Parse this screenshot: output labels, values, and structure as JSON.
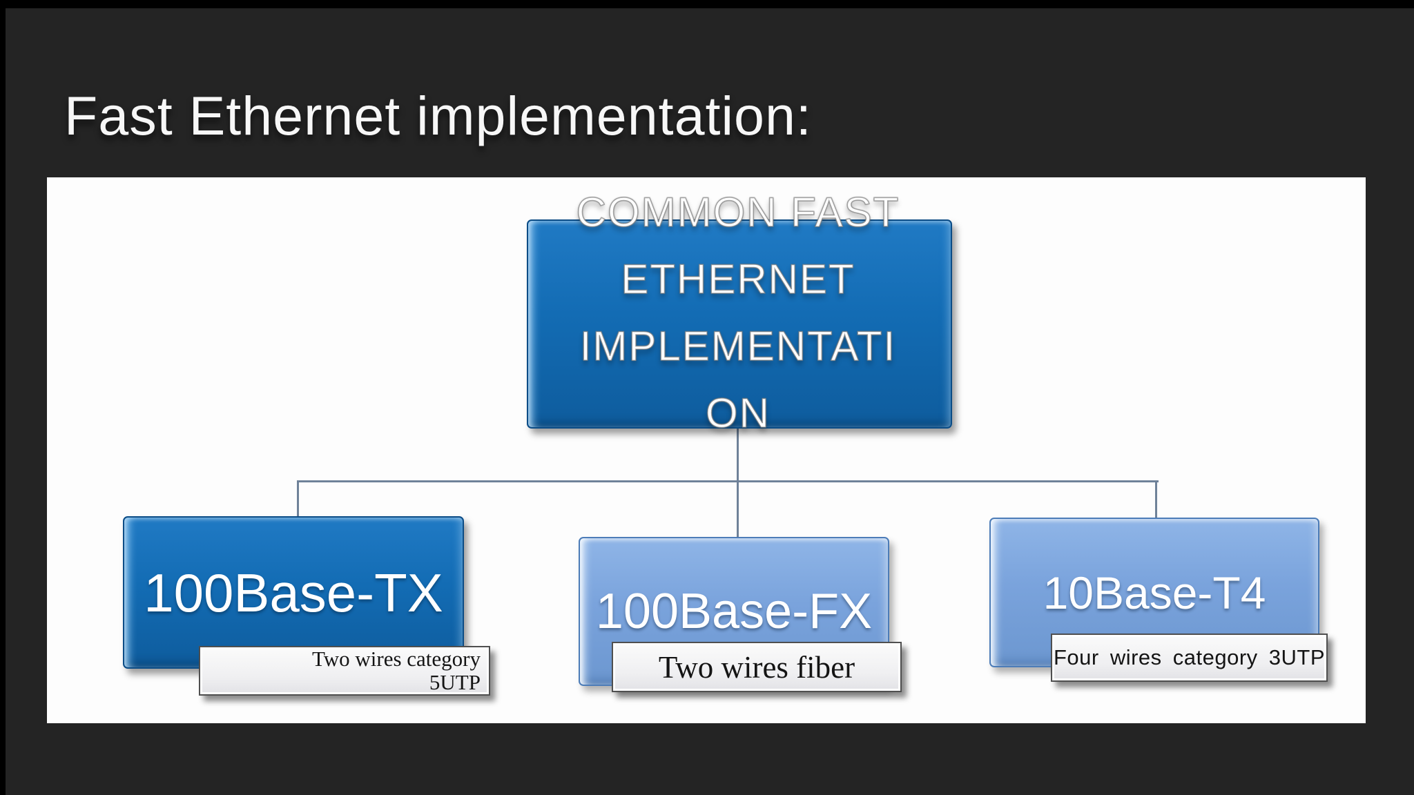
{
  "title": "Fast Ethernet implementation:",
  "slide": {
    "root_node": {
      "label": "COMMON FAST ETHERNET IMPLEMENTATION",
      "lines": [
        "COMMON FAST",
        "ETHERNET",
        "IMPLEMENTATI",
        "ON"
      ]
    },
    "children": [
      {
        "label": "100Base-TX",
        "note": "Two wires category 5UTP",
        "note_lines": [
          "Two wires category",
          "5UTP"
        ]
      },
      {
        "label": "100Base-FX",
        "note": "Two wires fiber"
      },
      {
        "label": "10Base-T4",
        "note": "Four wires category 3UTP"
      }
    ],
    "colors": {
      "page_background": "#242424",
      "slide_background": "#fdfdfd",
      "dark_box": "#136cb4",
      "light_box": "#7aa3dc",
      "connector": "#6f8299",
      "note_background": "#efeff1",
      "note_border": "#4f4f4f"
    }
  }
}
